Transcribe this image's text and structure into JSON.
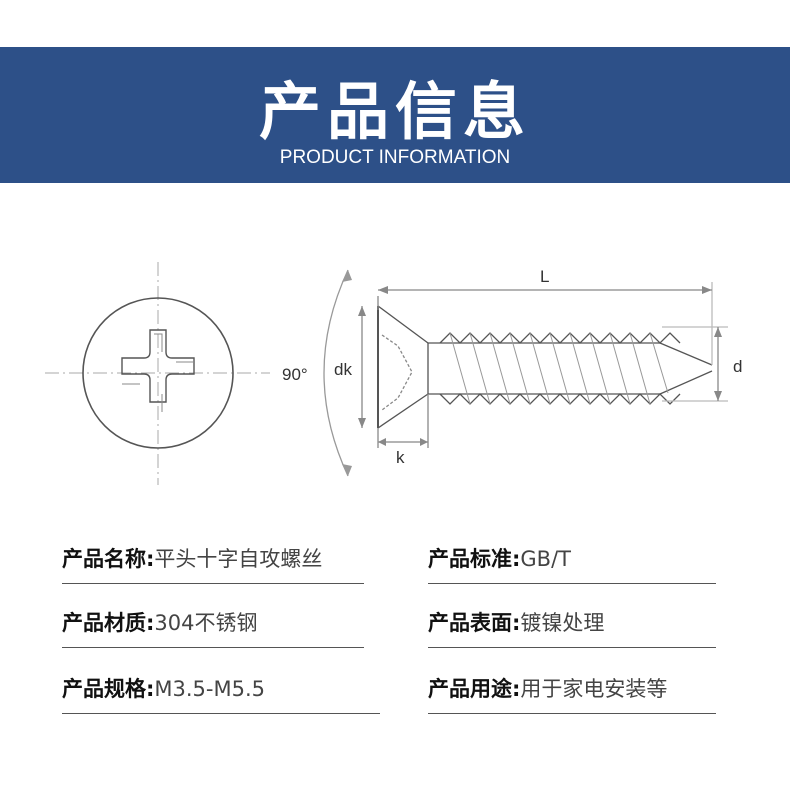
{
  "header": {
    "title": "产品信息",
    "subtitle": "PRODUCT INFORMATION"
  },
  "diagram": {
    "labels": {
      "angle": "90°",
      "head_diameter": "dk",
      "length": "L",
      "head_height": "k",
      "diameter": "d"
    }
  },
  "info": [
    {
      "label": "产品名称:",
      "value": "平头十字自攻螺丝"
    },
    {
      "label": "产品标准:",
      "value": "GB/T"
    },
    {
      "label": "产品材质:",
      "value": "304不锈钢"
    },
    {
      "label": "产品表面:",
      "value": "镀镍处理"
    },
    {
      "label": "产品规格:",
      "value": "M3.5-M5.5"
    },
    {
      "label": "产品用途:",
      "value": "用于家电安装等"
    }
  ],
  "colors": {
    "banner": "#2d5088",
    "line": "#555555"
  }
}
